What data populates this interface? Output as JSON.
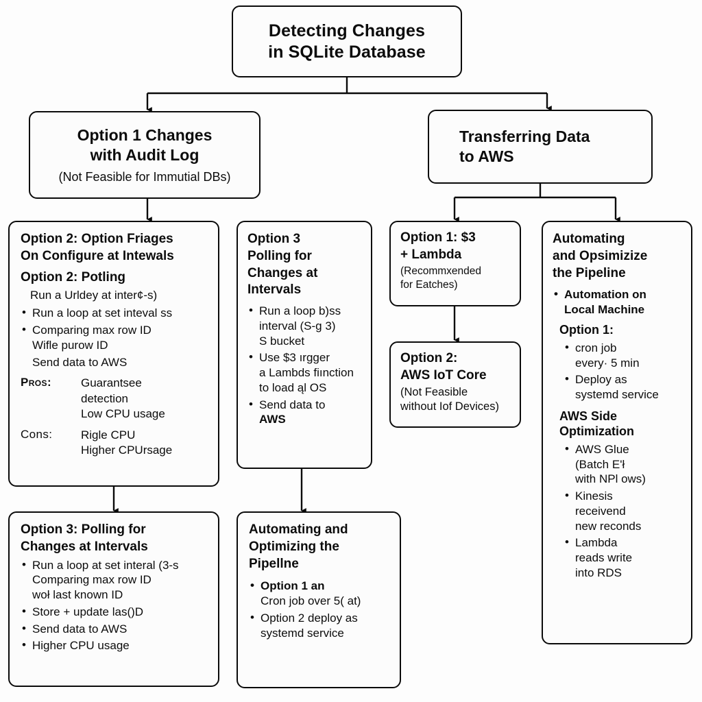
{
  "diagram": {
    "title_node": {
      "line1": "Detecting Changes",
      "line2": "in SQLite Database"
    },
    "branch_left": {
      "line1": "Option 1 Changes",
      "line2": "with Audit Log",
      "note": "(Not Feasible for Immutial DBs)"
    },
    "branch_right": {
      "line1": "Transferring Data",
      "line2": "to AWS"
    },
    "col1_top": {
      "heading_line1": "Option 2: Option Friages",
      "heading_line2": "On Configure at Intewals",
      "heading2": "Option 2: Potling",
      "lead": "Run a Urldey at inter¢-s)",
      "bullets": [
        {
          "text": "Run a loop at set inteval ss",
          "cont": ""
        },
        {
          "text": "Comparing max row ID",
          "cont": "Wifle purow ID"
        },
        {
          "text": "Send data to AWS",
          "cont": "",
          "nobullet": true
        }
      ],
      "pros_label": "Pros:",
      "pros_values": [
        "Guarantsee",
        "detection",
        "Low CPU usage"
      ],
      "cons_label": "Cons:",
      "cons_values": [
        "Rigle CPU",
        "Higher CPUrsage"
      ]
    },
    "col1_bottom": {
      "heading_line1": "Option 3: Polling for",
      "heading_line2": "Changes at Intervals",
      "bullets": [
        {
          "text": "Run a loop at set interal (3-s",
          "cont": "Comparing max row ID",
          "cont2": "woł last known ID"
        },
        {
          "text": "Store + update las()D",
          "cont": ""
        },
        {
          "text": "Send data to AWS",
          "cont": ""
        },
        {
          "text": "Higher CPU usage",
          "cont": ""
        }
      ]
    },
    "col2_top": {
      "heading_line1": "Option 3",
      "heading_line2": "Polling for",
      "heading_line3": "Changes at",
      "heading_line4": "Intervals",
      "bullets": [
        {
          "text": "Run a loop b)ss",
          "cont": "interval (S-g 3)",
          "cont2": "S bucket"
        },
        {
          "text": "Use $3 ırgger",
          "cont": "a Lambds fiınction",
          "cont2": "to load ąl OS"
        },
        {
          "text": "Send data to",
          "cont": "AWS"
        }
      ]
    },
    "col2_bottom": {
      "heading_line1": "Automating and",
      "heading_line2": "Optimizing the",
      "heading_line3": "Pipellne",
      "bullets": [
        {
          "text": "Option 1 an",
          "cont": "Cron job over 5( at)",
          "strong": true
        },
        {
          "text": "Option 2 deploy as",
          "cont": "systemd service"
        }
      ]
    },
    "col3_top": {
      "heading_line1": "Option 1: $3",
      "heading_line2": "+ Lambda",
      "note_line1": "(Recommxended",
      "note_line2": "for Eatches)"
    },
    "col3_bottom": {
      "heading_line1": "Option 2:",
      "heading_line2": "AWS IoT Core",
      "note_line1": "(Not Feasible",
      "note_line2": "without Iof Devices)"
    },
    "col4": {
      "heading_line1": "Automating",
      "heading_line2": "and Opsimizize",
      "heading_line3": "the Pipeline",
      "local_bullet_line1": "Automation on",
      "local_bullet_line2": "Local Machine",
      "option1_label": "Option 1:",
      "option1_bullets": [
        {
          "text": "cron job",
          "cont": "every· 5 min"
        },
        {
          "text": "Deploy as",
          "cont": "systemd service"
        }
      ],
      "aws_side_line1": "AWS Side",
      "aws_side_line2": "Optimization",
      "aws_bullets": [
        {
          "text": "AWS Glue",
          "cont": "(Batch E'ł",
          "cont2": "with NPl ows)"
        },
        {
          "text": "Kinesis",
          "cont": "receivend",
          "cont2": "new reconds"
        },
        {
          "text": "Lambda",
          "cont": "reads write",
          "cont2": "into RDS"
        }
      ]
    }
  },
  "style": {
    "stroke": "#0a0a0a",
    "fill": "#fcfcfc",
    "background": "#fdfdfd"
  }
}
